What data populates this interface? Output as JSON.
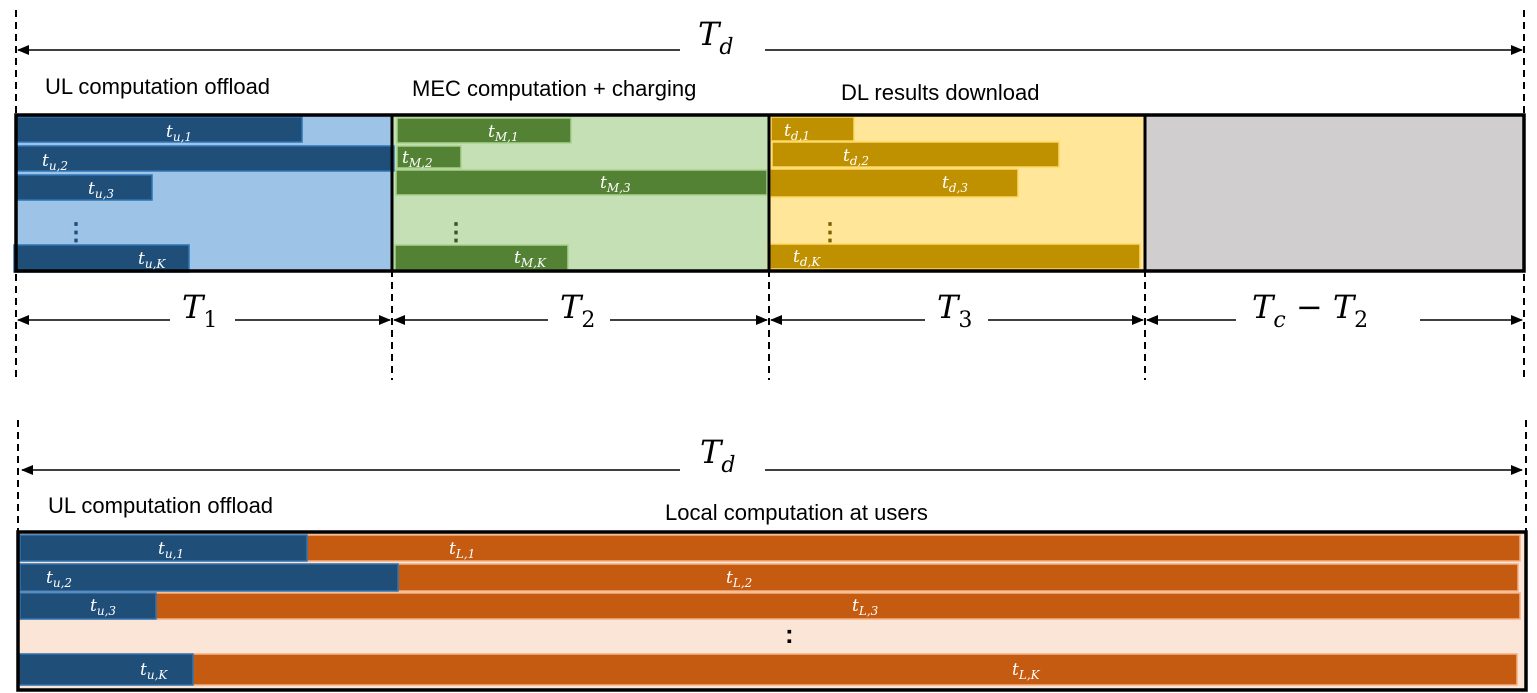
{
  "colors": {
    "uplink_bg": "#9DC3E6",
    "mec_bg": "#C5E0B4",
    "dl_bg": "#FFE699",
    "idle_bg": "#D0CECE",
    "local_bg": "#FBE5D6",
    "uplink_bar": "#1F4E79",
    "mec_bar": "#548235",
    "dl_bar": "#BF9000",
    "local_bar": "#C55A11"
  },
  "top": {
    "total": {
      "base": "T",
      "sub": "d"
    },
    "phase_labels": [
      "UL computation offload",
      "MEC computation + charging",
      "DL results download"
    ],
    "spans": [
      {
        "base": "T",
        "sub": "1"
      },
      {
        "base": "T",
        "sub": "2"
      },
      {
        "base": "T",
        "sub": "3"
      },
      {
        "base": "T",
        "sub": "c",
        "suffix": " − T",
        "suffix_sub": "2"
      }
    ],
    "uplink_bars": [
      {
        "base": "t",
        "sub": "u,1"
      },
      {
        "base": "t",
        "sub": "u,2"
      },
      {
        "base": "t",
        "sub": "u,3"
      },
      {
        "base": "t",
        "sub": "u,K"
      }
    ],
    "mec_bars": [
      {
        "base": "t",
        "sub": "M,1"
      },
      {
        "base": "t",
        "sub": "M,2"
      },
      {
        "base": "t",
        "sub": "M,3"
      },
      {
        "base": "t",
        "sub": "M,K"
      }
    ],
    "dl_bars": [
      {
        "base": "t",
        "sub": "d,1"
      },
      {
        "base": "t",
        "sub": "d,2"
      },
      {
        "base": "t",
        "sub": "d,3"
      },
      {
        "base": "t",
        "sub": "d,K"
      }
    ],
    "ellipsis": "⋮"
  },
  "bottom": {
    "total": {
      "base": "T",
      "sub": "d"
    },
    "phase_labels": [
      "UL computation offload",
      "Local computation at users"
    ],
    "uplink_bars": [
      {
        "base": "t",
        "sub": "u,1"
      },
      {
        "base": "t",
        "sub": "u,2"
      },
      {
        "base": "t",
        "sub": "u,3"
      },
      {
        "base": "t",
        "sub": "u,K"
      }
    ],
    "local_bars": [
      {
        "base": "t",
        "sub": "L,1"
      },
      {
        "base": "t",
        "sub": "L,2"
      },
      {
        "base": "t",
        "sub": "L,3"
      },
      {
        "base": "t",
        "sub": "L,K"
      }
    ],
    "ellipsis": ":"
  }
}
